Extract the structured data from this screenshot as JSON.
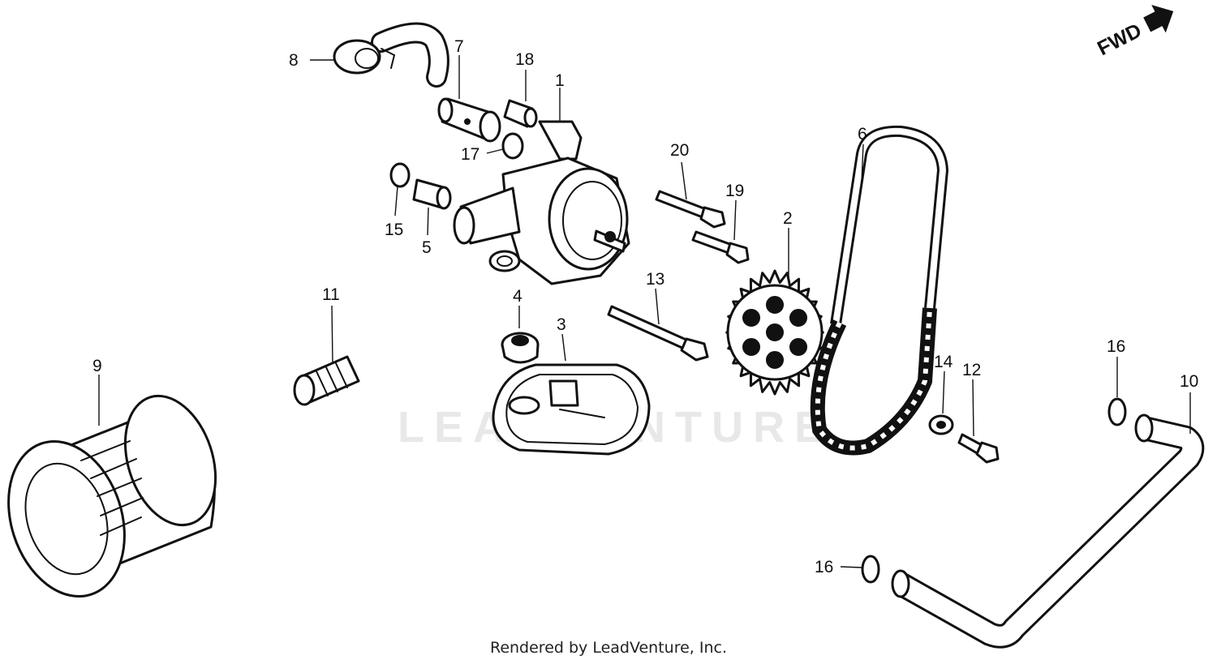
{
  "watermark": "LEADVENTURE",
  "credit": "Rendered by LeadVenture, Inc.",
  "fwd_label": "FWD",
  "callouts": [
    "1",
    "2",
    "3",
    "4",
    "5",
    "6",
    "7",
    "8",
    "9",
    "10",
    "11",
    "12",
    "13",
    "14",
    "15",
    "16",
    "16",
    "17",
    "18",
    "19",
    "20"
  ]
}
